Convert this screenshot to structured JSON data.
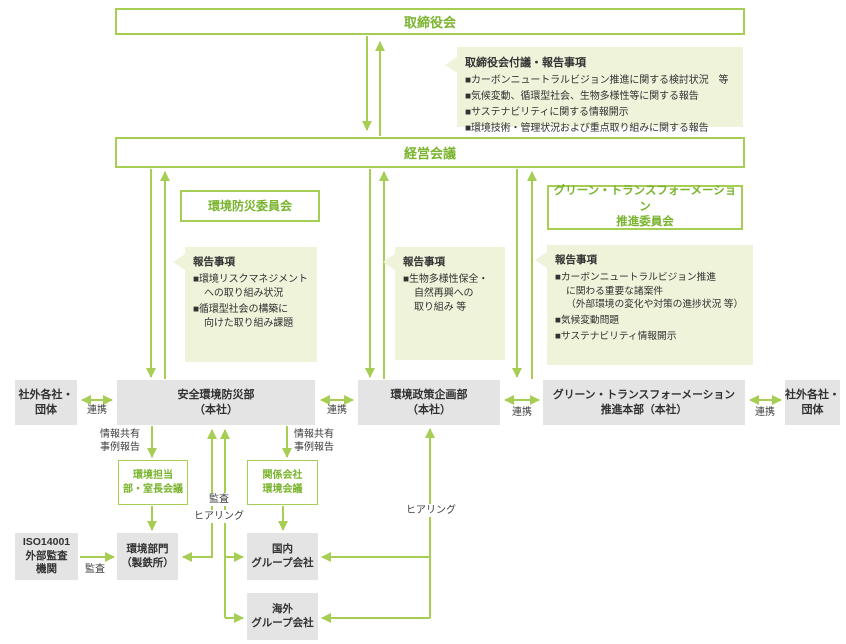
{
  "colors": {
    "green_text": "#7ab42e",
    "green_line": "#a6ce54",
    "light_green_bg": "#eef3da",
    "gray_box_bg": "#e4e4e4",
    "dark_text": "#323232"
  },
  "board": {
    "title": "取締役会"
  },
  "board_report": {
    "title": "取締役会付議・報告事項",
    "items": [
      "■カーボンニュートラルビジョン推進に関する検討状況　等",
      "■気候変動、循環型社会、生物多様性等に関する報告",
      "■サステナビリティに関する情報開示",
      "■環境技術・管理状況および重点取り組みに関する報告"
    ]
  },
  "management": {
    "title": "経営会議"
  },
  "committees": {
    "env_disaster": "環境防災委員会",
    "gx": "グリーン・トランスフォーメーション\n推進委員会"
  },
  "reports": {
    "env_disaster": {
      "title": "報告事項",
      "items": [
        "■環境リスクマネジメント\nへの取り組み状況",
        "■循環型社会の構築に\n向けた取り組み課題"
      ]
    },
    "policy": {
      "title": "報告事項",
      "items": [
        "■生物多様性保全・\n自然再興への\n取り組み 等"
      ]
    },
    "gx": {
      "title": "報告事項",
      "items": [
        "■カーボンニュートラルビジョン推進\nに関わる重要な諸案件\n（外部環境の変化や対策の進捗状況 等）",
        "■気候変動問題",
        "■サステナビリティ情報開示"
      ]
    }
  },
  "departments": {
    "external_left": "社外各社・\n団体",
    "safety": "安全環境防災部\n（本社）",
    "policy": "環境政策企画部\n（本社）",
    "gx": "グリーン・トランスフォーメーション\n推進本部（本社）",
    "external_right": "社外各社・\n団体"
  },
  "councils": {
    "env_managers": "環境担当\n部・室長会議",
    "affiliates": "関係会社\n環境会議"
  },
  "bottom": {
    "iso": "ISO14001\n外部監査\n機関",
    "steelworks": "環境部門\n（製鉄所）",
    "domestic": "国内\nグループ会社",
    "overseas": "海外\nグループ会社"
  },
  "labels": {
    "renkei": "連携",
    "info_share": "情報共有\n事例報告",
    "kansa": "監査",
    "hearing": "ヒアリング"
  }
}
